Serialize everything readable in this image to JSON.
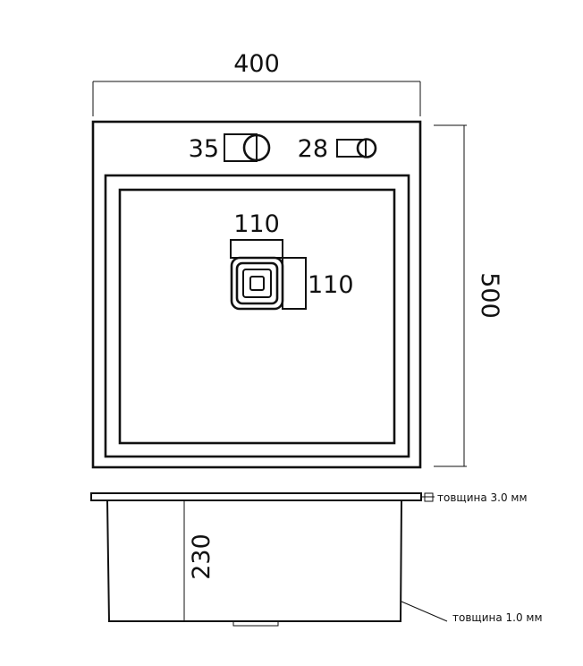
{
  "dimensions": {
    "width": "400",
    "height": "500",
    "tap_hole_left": "35",
    "tap_hole_right": "28",
    "drain_width": "110",
    "drain_height": "110",
    "bowl_depth": "230"
  },
  "notes": {
    "top_thickness": "товщина 3.0 мм",
    "body_thickness": "товщина 1.0 мм"
  },
  "colors": {
    "line": "#111111",
    "background": "#ffffff"
  }
}
